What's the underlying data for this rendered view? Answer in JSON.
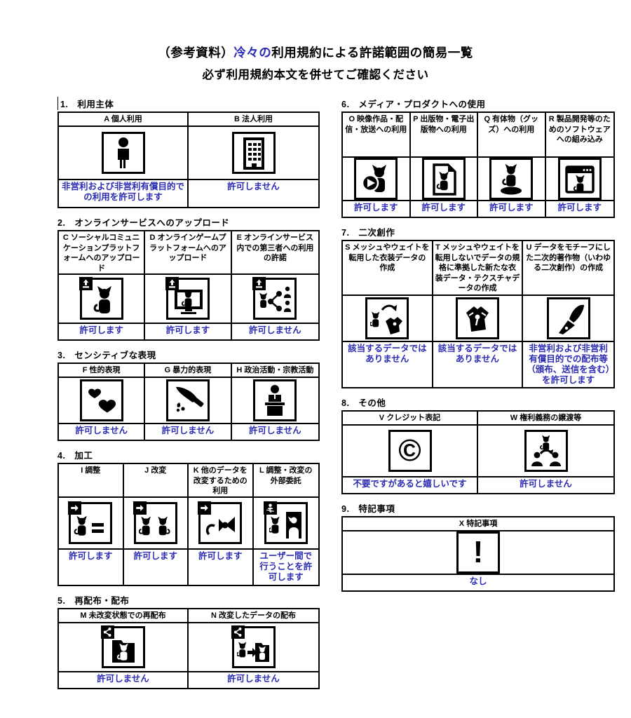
{
  "page": {
    "title_prefix": "（参考資料）",
    "title_model": "冷々の",
    "title_suffix": "利用規約による許諾範囲の簡易一覧",
    "subtitle": "必ず利用規約本文を併せてご確認ください",
    "accent_color": "#2b2bb4",
    "border_color": "#000000"
  },
  "sections": {
    "s1": {
      "heading": "1.　利用主体",
      "items": [
        {
          "id": "A",
          "label": "A 個人利用",
          "result": "非営利および非営利有償目的での利用を許可します",
          "icon": "person-icon"
        },
        {
          "id": "B",
          "label": "B 法人利用",
          "result": "許可しません",
          "icon": "building-icon"
        }
      ]
    },
    "s2": {
      "heading": "2.　オンラインサービスへのアップロード",
      "items": [
        {
          "id": "C",
          "label": "C ソーシャルコミュニケーションプラットフォームへのアップロード",
          "result": "許可します",
          "icon": "upload-cat-icon"
        },
        {
          "id": "D",
          "label": "D オンラインゲームプラットフォームへのアップロード",
          "result": "許可します",
          "icon": "upload-monitor-cat-icon"
        },
        {
          "id": "E",
          "label": "E オンラインサービス内での第三者への利用の許諾",
          "result": "許可しません",
          "icon": "upload-share-users-icon"
        }
      ]
    },
    "s3": {
      "heading": "3.　センシティブな表現",
      "items": [
        {
          "id": "F",
          "label": "F 性的表現",
          "result": "許可しません",
          "icon": "hearts-icon"
        },
        {
          "id": "G",
          "label": "G 暴力的表現",
          "result": "許可しません",
          "icon": "knife-icon"
        },
        {
          "id": "H",
          "label": "H 政治活動・宗教活動",
          "result": "許可しません",
          "icon": "podium-speaker-icon"
        }
      ]
    },
    "s4": {
      "heading": "4.　加工",
      "items": [
        {
          "id": "I",
          "label": "I 調整",
          "result": "許可します",
          "icon": "adjust-cat-equals-icon"
        },
        {
          "id": "J",
          "label": "J 改変",
          "result": "許可します",
          "icon": "modify-two-cats-icon"
        },
        {
          "id": "K",
          "label": "K 他のデータを改変するための利用",
          "result": "許可します",
          "icon": "parts-ribbon-icon"
        },
        {
          "id": "L",
          "label": "L 調整・改変の外部委託",
          "result": "ユーザー間で行うことを許可します",
          "icon": "outsource-swap-icon"
        }
      ]
    },
    "s5": {
      "heading": "5.　再配布・配布",
      "items": [
        {
          "id": "M",
          "label": "M 未改変状態での再配布",
          "result": "許可しません",
          "icon": "share-folder-icon"
        },
        {
          "id": "N",
          "label": "N 改変したデータの配布",
          "result": "許可しません",
          "icon": "share-folder-transfer-icon"
        }
      ]
    },
    "s6": {
      "heading": "6.　メディア・プロダクトへの使用",
      "items": [
        {
          "id": "O",
          "label": "O 映像作品・配信・放送への利用",
          "result": "許可します",
          "icon": "video-play-cat-icon"
        },
        {
          "id": "P",
          "label": "P 出版物・電子出版物への利用",
          "result": "許可します",
          "icon": "document-cat-icon"
        },
        {
          "id": "Q",
          "label": "Q 有体物（グッズ）への利用",
          "result": "許可します",
          "icon": "figurine-cat-icon"
        },
        {
          "id": "R",
          "label": "R 製品開発等のためのソフトウェアへの組み込み",
          "result": "許可します",
          "icon": "software-window-cat-icon"
        }
      ]
    },
    "s7": {
      "heading": "7.　二次創作",
      "items": [
        {
          "id": "S",
          "label": "S メッシュやウェイトを転用した衣装データの作成",
          "result": "該当するデータではありません",
          "icon": "mesh-reuse-shirt-icon"
        },
        {
          "id": "T",
          "label": "T メッシュやウェイトを転用しないでデータの規格に準拠した新たな衣装データ・テクスチャデータの作成",
          "result": "該当するデータではありません",
          "icon": "shirt-icon"
        },
        {
          "id": "U",
          "label": "U データをモチーフにした二次的著作物（いわゆる二次創作）の作成",
          "result": "非営利および非営利有償目的での配布等（頒布、送信を含む）を許可します",
          "icon": "fountain-pen-icon"
        }
      ]
    },
    "s8": {
      "heading": "8.　その他",
      "items": [
        {
          "id": "V",
          "label": "V クレジット表記",
          "result": "不要ですがあると嬉しいです",
          "icon": "copyright-icon",
          "glyph": "©"
        },
        {
          "id": "W",
          "label": "W 権利義務の譲渡等",
          "result": "許可しません",
          "icon": "rights-transfer-icon"
        }
      ]
    },
    "s9": {
      "heading": "9.　特記事項",
      "items": [
        {
          "id": "X",
          "label": "X 特記事項",
          "result": "なし",
          "icon": "exclamation-icon",
          "glyph": "!"
        }
      ]
    }
  }
}
